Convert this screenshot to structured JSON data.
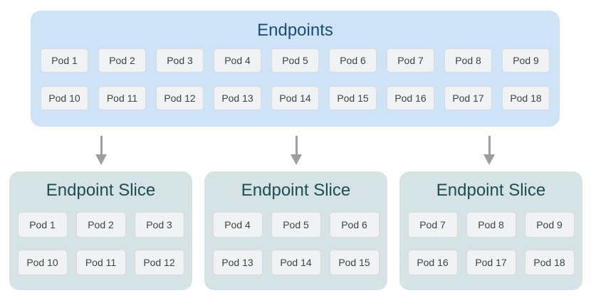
{
  "colors": {
    "endpoints_bg": "#cfe3f6",
    "endpoints_title": "#1a4c74",
    "slice_bg": "#d5e3e4",
    "slice_title": "#1d4d52",
    "pod_bg": "#f1f2f3",
    "pod_border": "#d9dadb",
    "pod_text": "#3f4245",
    "arrow": "#9e9e9e"
  },
  "icons": {
    "arrow_down": "down-arrow (stem + triangle head)"
  },
  "endpoints": {
    "title": "Endpoints",
    "pods": [
      "Pod 1",
      "Pod 2",
      "Pod 3",
      "Pod 4",
      "Pod 5",
      "Pod 6",
      "Pod 7",
      "Pod 8",
      "Pod 9",
      "Pod 10",
      "Pod 11",
      "Pod 12",
      "Pod 13",
      "Pod 14",
      "Pod 15",
      "Pod 16",
      "Pod 17",
      "Pod 18"
    ]
  },
  "slices": [
    {
      "title": "Endpoint Slice",
      "pods": [
        "Pod 1",
        "Pod 2",
        "Pod 3",
        "Pod 10",
        "Pod 11",
        "Pod 12"
      ]
    },
    {
      "title": "Endpoint Slice",
      "pods": [
        "Pod 4",
        "Pod 5",
        "Pod 6",
        "Pod 13",
        "Pod 14",
        "Pod 15"
      ]
    },
    {
      "title": "Endpoint Slice",
      "pods": [
        "Pod 7",
        "Pod 8",
        "Pod 9",
        "Pod 16",
        "Pod 17",
        "Pod 18"
      ]
    }
  ]
}
